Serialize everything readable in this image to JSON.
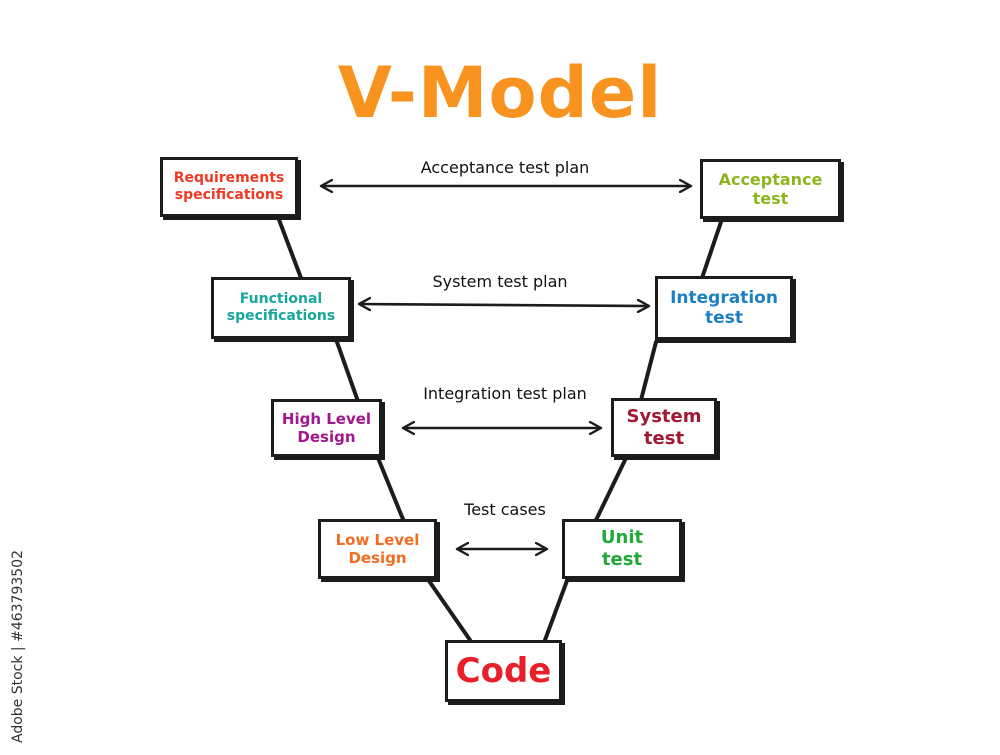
{
  "title": {
    "text": "V-Model",
    "color": "#F7931E"
  },
  "watermark": "Adobe Stock | #463793502",
  "left_branch": [
    {
      "lines": [
        "Requirements",
        "specifications"
      ],
      "color": "#EE3A24"
    },
    {
      "lines": [
        "Functional",
        "specifications"
      ],
      "color": "#16A89A"
    },
    {
      "lines": [
        "High Level",
        "Design"
      ],
      "color": "#A0178E"
    },
    {
      "lines": [
        "Low Level",
        "Design"
      ],
      "color": "#F26D21"
    }
  ],
  "right_branch": [
    {
      "lines": [
        "Acceptance",
        "test"
      ],
      "color": "#8DB51E"
    },
    {
      "lines": [
        "Integration",
        "test"
      ],
      "color": "#1C7FC0"
    },
    {
      "lines": [
        "System",
        "test"
      ],
      "color": "#A01832"
    },
    {
      "lines": [
        "Unit",
        "test"
      ],
      "color": "#22A836"
    }
  ],
  "bottom": {
    "text": "Code",
    "color": "#E8202A"
  },
  "plans": [
    "Acceptance test plan",
    "System test plan",
    "Integration test plan",
    "Test cases"
  ],
  "line_color": "#1C1C1C"
}
